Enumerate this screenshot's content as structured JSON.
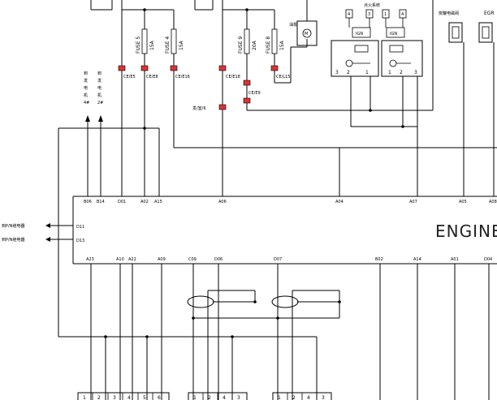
{
  "title_text": "ENGINE",
  "fuses": [
    {
      "name": "FUSE 5",
      "rating": "15A"
    },
    {
      "name": "FUSE 4",
      "rating": "15A"
    },
    {
      "name": "FUSE 9",
      "rating": "20A"
    },
    {
      "name": "FUSE 8",
      "rating": "15A"
    }
  ],
  "connector_labels": [
    "CE/E5",
    "CE/E8",
    "CE/E16",
    "CE/E18",
    "CE/E9",
    "CE/L15",
    "发/室/6"
  ],
  "left_labels": {
    "gen4": [
      "到",
      "发",
      "电",
      "机",
      "4#"
    ],
    "gen2": [
      "到",
      "发",
      "电",
      "机",
      "2#"
    ]
  },
  "top_labels": {
    "ignition": "点火系统",
    "pump": "油泵",
    "canister": "炭罐电磁阀",
    "egr": "EGR"
  },
  "relay_labels": {
    "left_pins": [
      "3",
      "2",
      "1"
    ],
    "right_pins": [
      "1",
      "2",
      "3"
    ],
    "ign_pins": [
      "4",
      "3",
      "1",
      "4"
    ],
    "ign_tag": "IGN"
  },
  "side_signals": [
    "到P/N继电器",
    "到P/N继电器"
  ],
  "ecu_top_pins": [
    "B06",
    "B14",
    "D01",
    "A02",
    "A15",
    "A06",
    "A04",
    "A07",
    "A05",
    "A08"
  ],
  "ecu_left_pins": [
    "D11",
    "D13"
  ],
  "ecu_bottom_pins": [
    "A23",
    "A10",
    "A22",
    "A09",
    "C09",
    "D06",
    "D07",
    "B02",
    "A14",
    "A01",
    "D04"
  ],
  "bottom_connectors": [
    [
      "1",
      "2",
      "3",
      "4",
      "5",
      "6"
    ],
    [
      "1",
      "2",
      "4",
      "3"
    ],
    [
      "1",
      "2",
      "4",
      "3"
    ]
  ],
  "colors": {
    "line": "#000000",
    "connector": "#dd3333",
    "background": "#ffffff"
  }
}
